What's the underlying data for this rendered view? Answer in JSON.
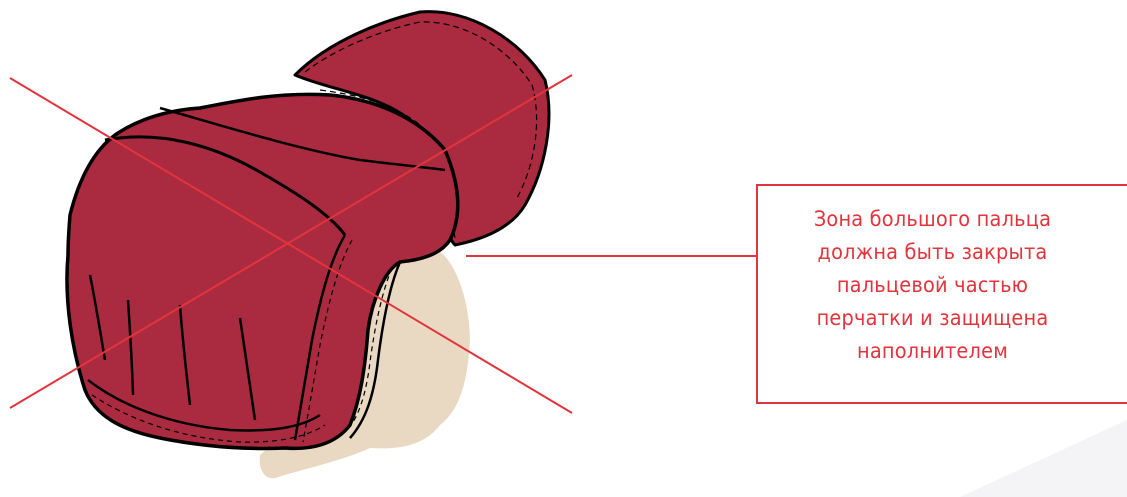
{
  "callout": {
    "lines": [
      "Зона большого пальца",
      "должна быть закрыта",
      "пальцевой частью",
      "перчатки и защищена",
      "наполнителем"
    ]
  },
  "colors": {
    "accent_red": "#e2343c",
    "glove_fill": "#aa2b3f",
    "skin_fill": "#ead9c2",
    "outline": "#000000"
  },
  "icons": {
    "glove": "mma-glove-illustration",
    "cross": "cross-out-mark"
  }
}
